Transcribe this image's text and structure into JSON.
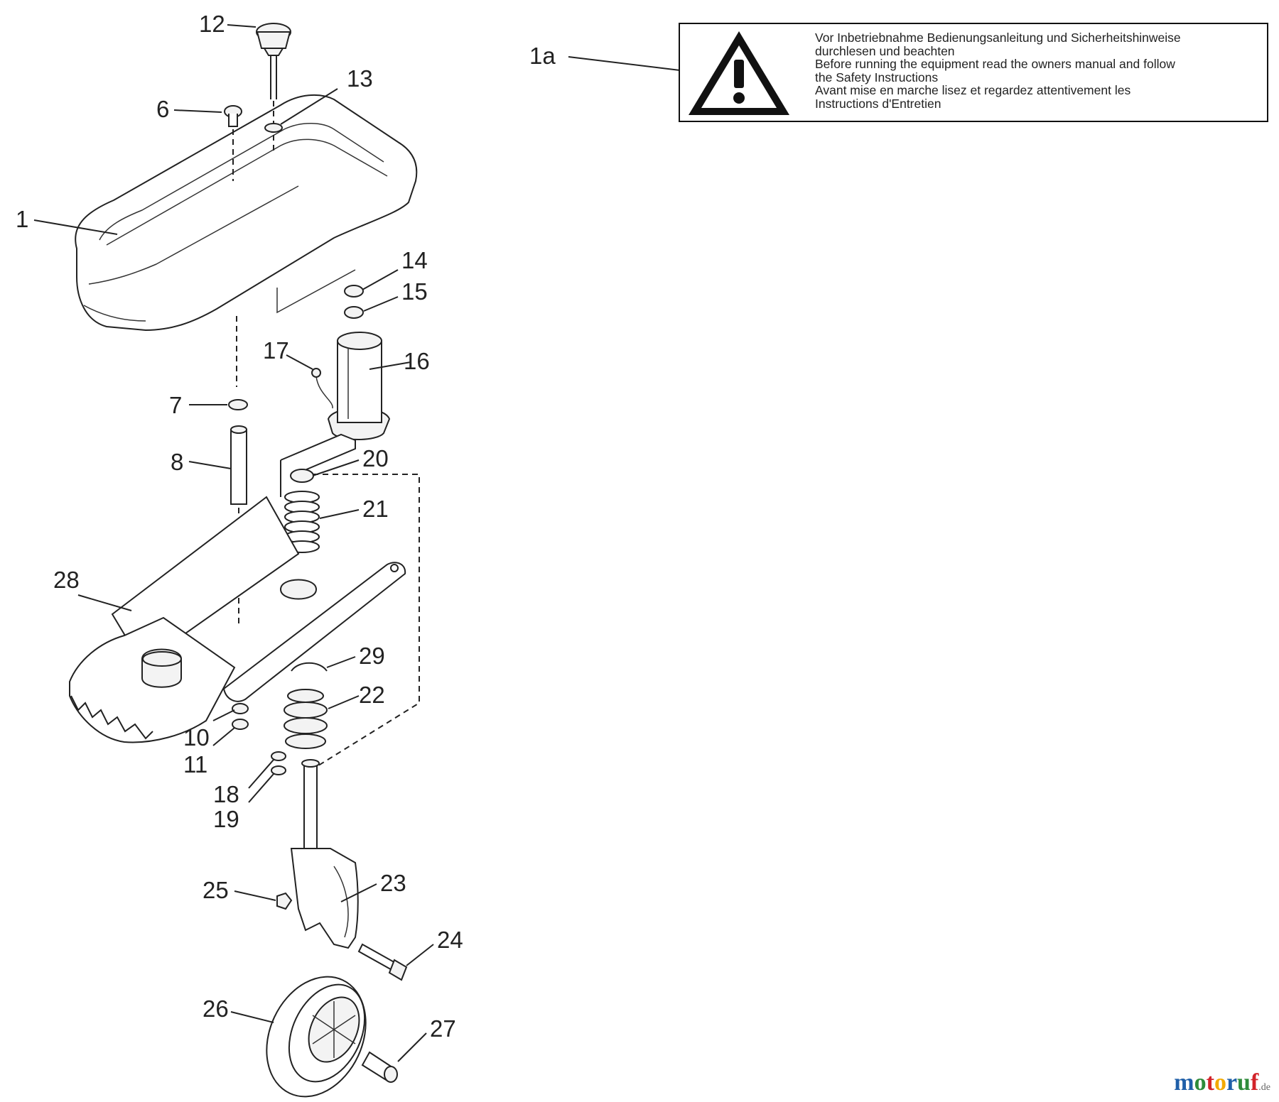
{
  "callouts": {
    "c1": "1",
    "c1a": "1a",
    "c6": "6",
    "c7": "7",
    "c8": "8",
    "c10": "10",
    "c11": "11",
    "c12": "12",
    "c13": "13",
    "c14": "14",
    "c15": "15",
    "c16": "16",
    "c17": "17",
    "c18": "18",
    "c19": "19",
    "c20": "20",
    "c21": "21",
    "c22": "22",
    "c23": "23",
    "c24": "24",
    "c25": "25",
    "c26": "26",
    "c27": "27",
    "c28": "28",
    "c29": "29"
  },
  "warning_label": {
    "lines": [
      "Vor Inbetriebnahme Bedienungsanleitung und Sicherheitshinweise",
      "durchlesen und beachten",
      "Before running the equipment read the owners manual and follow",
      "the Safety Instructions",
      "Avant mise en marche lisez et regardez attentivement les",
      "Instructions d'Entretien"
    ],
    "icon": "warning-triangle-icon"
  },
  "watermark": {
    "brand_letters": [
      "m",
      "o",
      "t",
      "o",
      "r",
      "u",
      "f"
    ],
    "brand_colors": [
      "#1f5fa8",
      "#2e8b3a",
      "#d2232a",
      "#f2a900",
      "#1f5fa8",
      "#2e8b3a",
      "#d2232a"
    ],
    "suffix": ".de"
  }
}
